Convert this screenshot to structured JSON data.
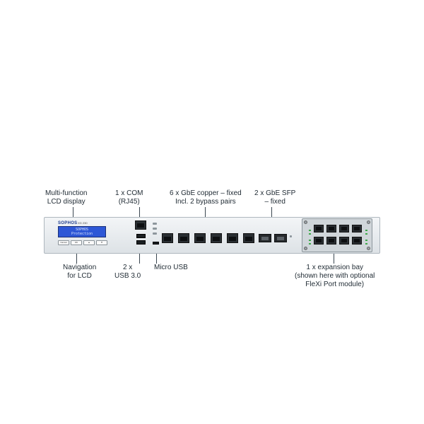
{
  "callouts": {
    "lcd": {
      "line1": "Multi-function",
      "line2": "LCD display"
    },
    "com": {
      "line1": "1 x COM",
      "line2": "(RJ45)"
    },
    "copper": {
      "line1": "6 x GbE copper – fixed",
      "line2": "Incl. 2 bypass pairs"
    },
    "sfp": {
      "line1": "2 x GbE SFP",
      "line2": "– fixed"
    },
    "nav": {
      "line1": "Navigation",
      "line2": "for LCD"
    },
    "usb": {
      "line1": "2 x",
      "line2": "USB 3.0"
    },
    "micro_usb": {
      "line1": "Micro USB"
    },
    "bay": {
      "line1": "1 x expansion bay",
      "line2": "(shown here with optional",
      "line3": "FleXi Port module)"
    }
  },
  "device": {
    "brand": "SOPHOS",
    "model": "XG 230",
    "lcd_line1": "SOPHOS",
    "lcd_line2": "Protection",
    "nav_buttons": [
      "Cancel",
      "OK",
      "▲",
      "▼"
    ]
  },
  "colors": {
    "lcd": "#2d57d6",
    "brand": "#1d3d8f",
    "chassis": "#e6eaed",
    "port": "#2a2f33"
  }
}
